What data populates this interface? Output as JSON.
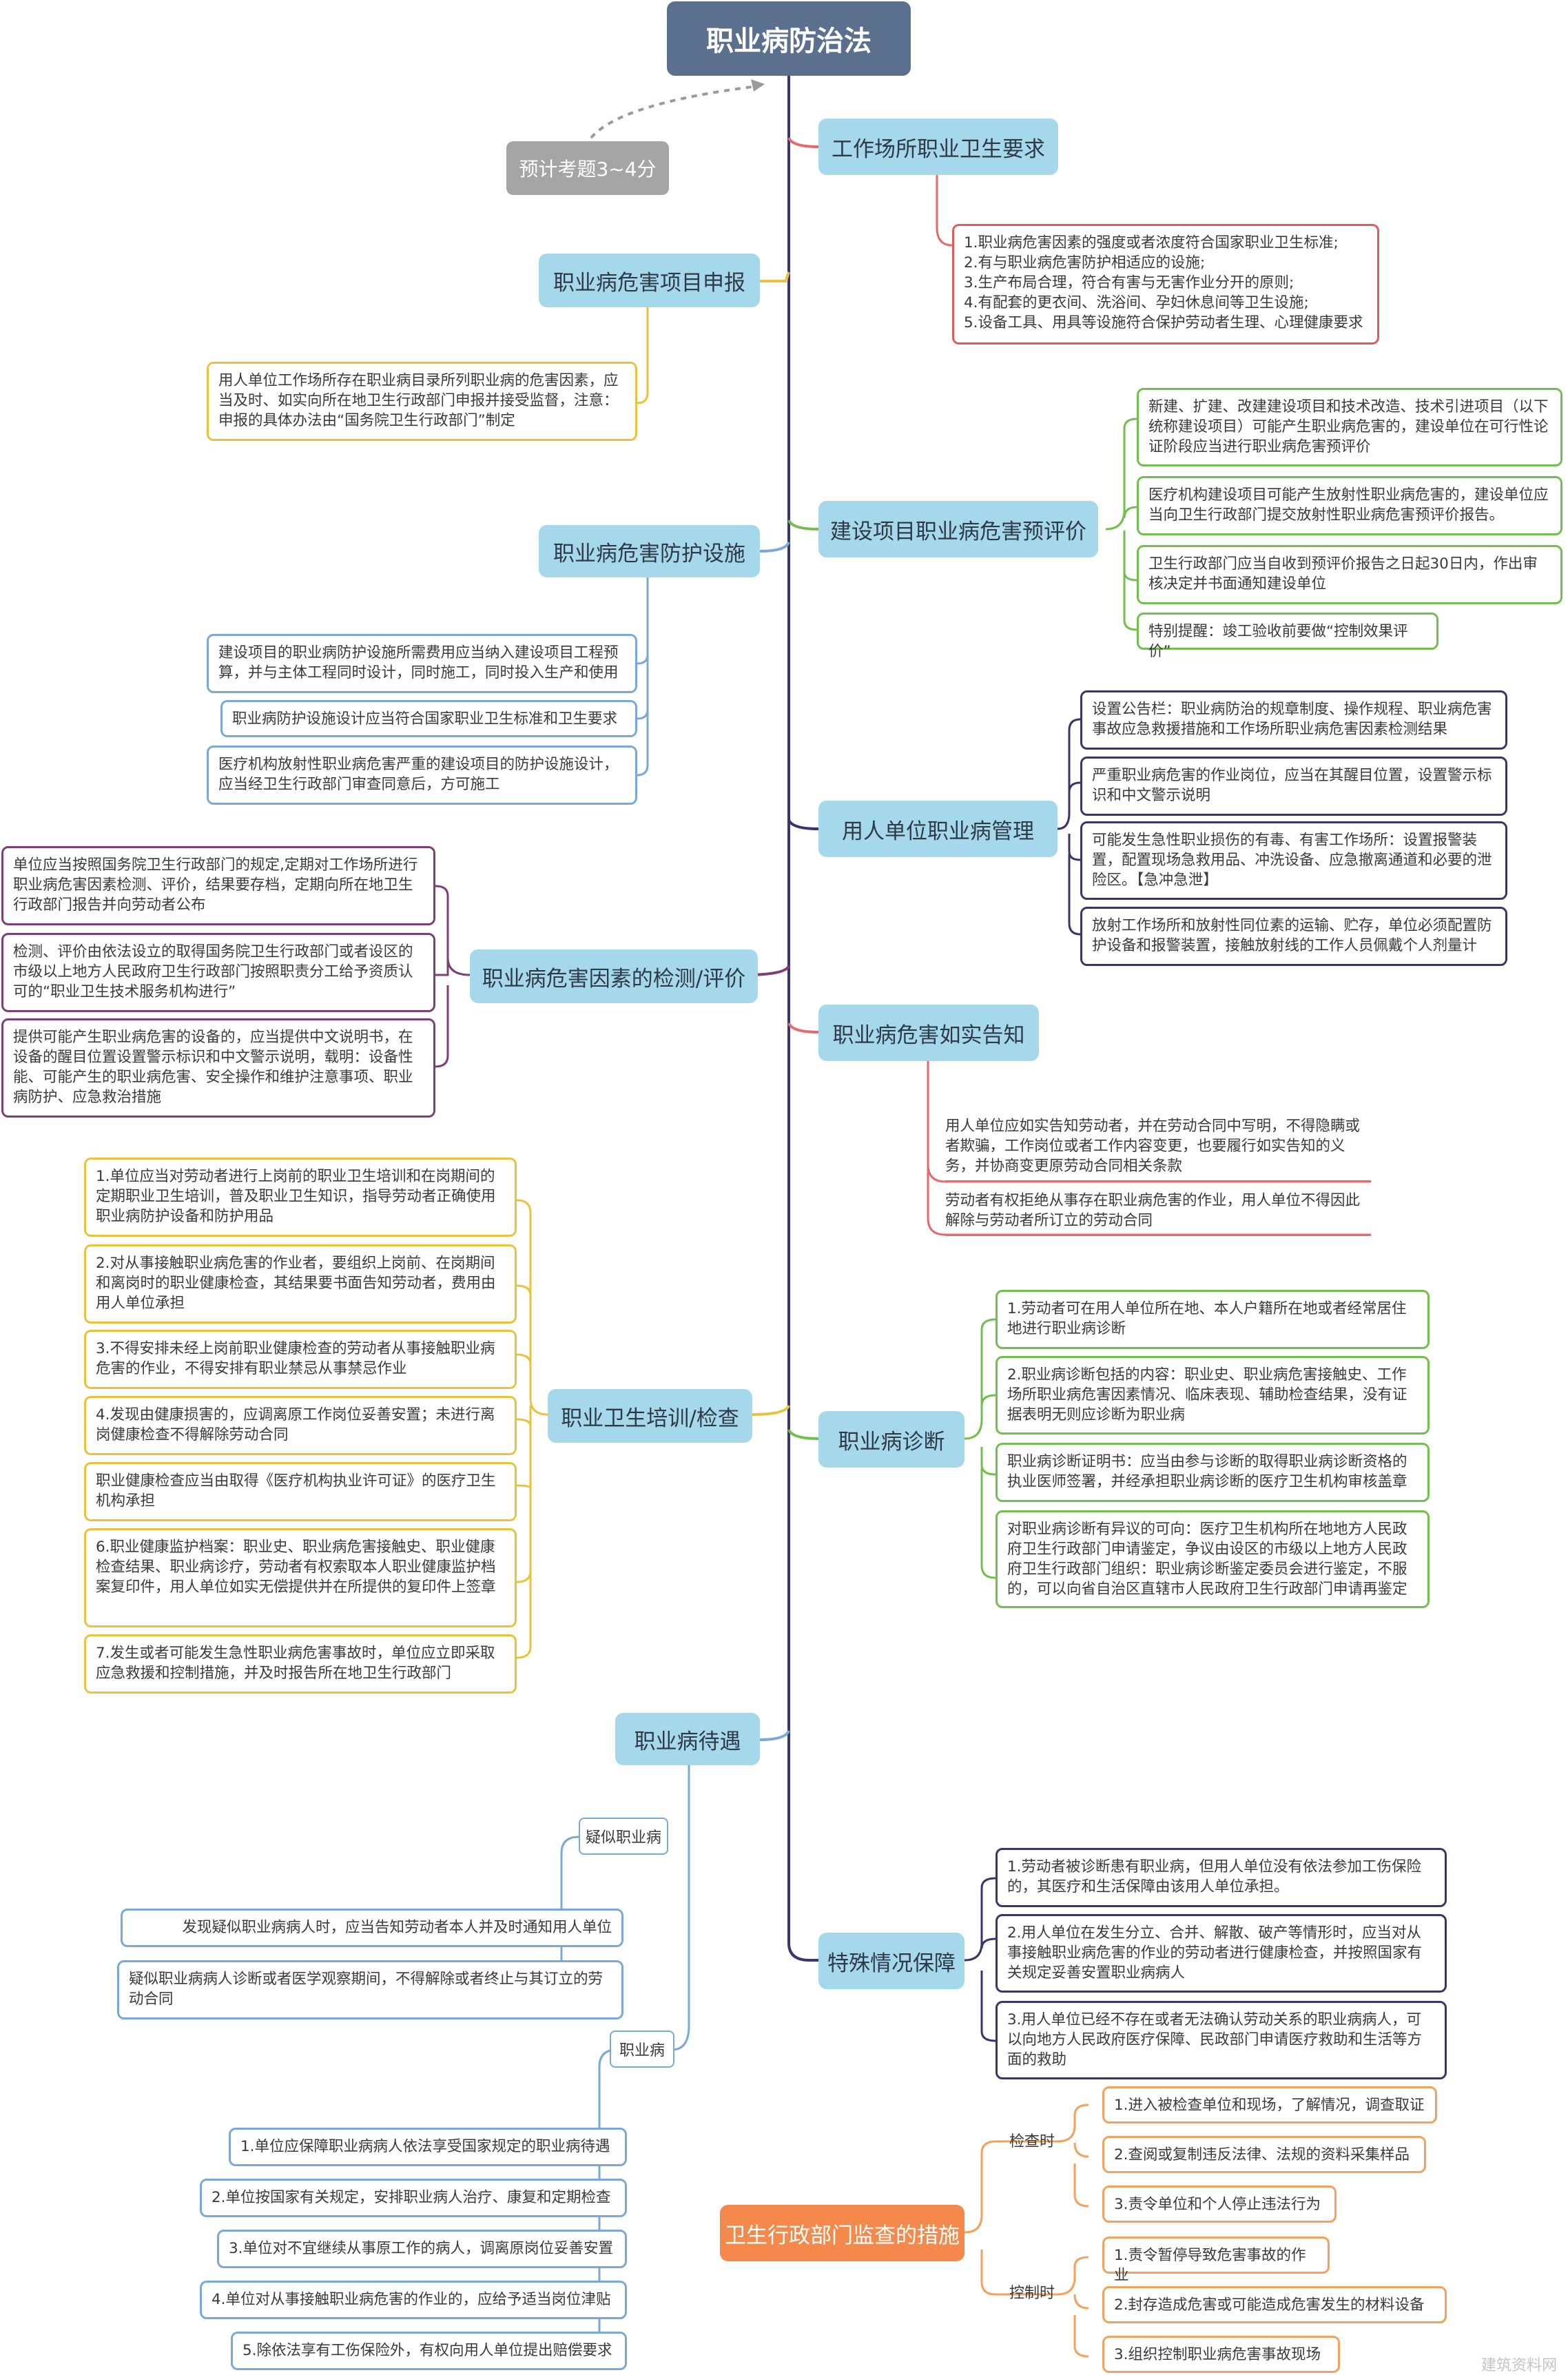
{
  "title": "职业病防治法",
  "tip": "预计考题3~4分",
  "topics": {
    "workplace": {
      "label": "工作场所职业卫生要求",
      "items": [
        "1.职业病危害因素的强度或者浓度符合国家职业卫生标准;\n2.有与职业病危害防护相适应的设施;\n3.生产布局合理，符合有害与无害作业分开的原则;\n4.有配套的更衣间、洗浴间、孕妇休息间等卫生设施;\n5.设备工具、用具等设施符合保护劳动者生理、心理健康要求"
      ]
    },
    "declare": {
      "label": "职业病危害项目申报",
      "items": [
        "用人单位工作场所存在职业病目录所列职业病的危害因素，应当及时、如实向所在地卫生行政部门申报并接受监督，注意：申报的具体办法由“国务院卫生行政部门”制定"
      ]
    },
    "preeval": {
      "label": "建设项目职业病危害预评价",
      "items": [
        "新建、扩建、改建建设项目和技术改造、技术引进项目（以下统称建设项目）可能产生职业病危害的，建设单位在可行性论证阶段应当进行职业病危害预评价",
        "医疗机构建设项目可能产生放射性职业病危害的，建设单位应当向卫生行政部门提交放射性职业病危害预评价报告。",
        "卫生行政部门应当自收到预评价报告之日起30日内，作出审核决定并书面通知建设单位",
        "特别提醒：竣工验收前要做“控制效果评价”"
      ]
    },
    "protect": {
      "label": "职业病危害防护设施",
      "items": [
        "建设项目的职业病防护设施所需费用应当纳入建设项目工程预算，并与主体工程同时设计，同时施工，同时投入生产和使用",
        "职业病防护设施设计应当符合国家职业卫生标准和卫生要求",
        "医疗机构放射性职业病危害严重的建设项目的防护设施设计，应当经卫生行政部门审查同意后，方可施工"
      ]
    },
    "manage": {
      "label": "用人单位职业病管理",
      "items": [
        "设置公告栏：职业病防治的规章制度、操作规程、职业病危害事故应急救援措施和工作场所职业病危害因素检测结果",
        "严重职业病危害的作业岗位，应当在其醒目位置，设置警示标识和中文警示说明",
        "可能发生急性职业损伤的有毒、有害工作场所：设置报警装置，配置现场急救用品、冲洗设备、应急撤离通道和必要的泄险区。【急冲急泄】",
        "放射工作场所和放射性同位素的运输、贮存，单位必须配置防护设备和报警装置，接触放射线的工作人员佩戴个人剂量计"
      ]
    },
    "detect": {
      "label": "职业病危害因素的检测/评价",
      "items": [
        "单位应当按照国务院卫生行政部门的规定,定期对工作场所进行职业病危害因素检测、评价，结果要存档，定期向所在地卫生行政部门报告并向劳动者公布",
        "检测、评价由依法设立的取得国务院卫生行政部门或者设区的市级以上地方人民政府卫生行政部门按照职责分工给予资质认可的“职业卫生技术服务机构进行”",
        "提供可能产生职业病危害的设备的，应当提供中文说明书，在设备的醒目位置设置警示标识和中文警示说明，载明：设备性能、可能产生的职业病危害、安全操作和维护注意事项、职业病防护、应急救治措施"
      ]
    },
    "inform": {
      "label": "职业病危害如实告知",
      "items": [
        "用人单位应如实告知劳动者，并在劳动合同中写明，不得隐瞒或者欺骗，工作岗位或者工作内容变更，也要履行如实告知的义务，并协商变更原劳动合同相关条款",
        "劳动者有权拒绝从事存在职业病危害的作业，用人单位不得因此解除与劳动者所订立的劳动合同"
      ]
    },
    "training": {
      "label": "职业卫生培训/检查",
      "items": [
        "1.单位应当对劳动者进行上岗前的职业卫生培训和在岗期间的定期职业卫生培训，普及职业卫生知识，指导劳动者正确使用职业病防护设备和防护用品",
        "2.对从事接触职业病危害的作业者，要组织上岗前、在岗期间和离岗时的职业健康检查，其结果要书面告知劳动者，费用由用人单位承担",
        "3.不得安排未经上岗前职业健康检查的劳动者从事接触职业病危害的作业，不得安排有职业禁忌从事禁忌作业",
        "4.发现由健康损害的，应调离原工作岗位妥善安置；未进行离岗健康检查不得解除劳动合同",
        "职业健康检查应当由取得《医疗机构执业许可证》的医疗卫生机构承担",
        "6.职业健康监护档案：职业史、职业病危害接触史、职业健康检查结果、职业病诊疗，劳动者有权索取本人职业健康监护档案复印件，用人单位如实无偿提供并在所提供的复印件上签章",
        "7.发生或者可能发生急性职业病危害事故时，单位应立即采取应急救援和控制措施，并及时报告所在地卫生行政部门"
      ]
    },
    "diagnose": {
      "label": "职业病诊断",
      "items": [
        "1.劳动者可在用人单位所在地、本人户籍所在地或者经常居住地进行职业病诊断",
        "2.职业病诊断包括的内容：职业史、职业病危害接触史、工作场所职业病危害因素情况、临床表现、辅助检查结果，没有证据表明无则应诊断为职业病",
        "职业病诊断证明书：应当由参与诊断的取得职业病诊断资格的执业医师签署，并经承担职业病诊断的医疗卫生机构审核盖章",
        "对职业病诊断有异议的可向：医疗卫生机构所在地地方人民政府卫生行政部门申请鉴定，争议由设区的市级以上地方人民政府卫生行政部门组织：职业病诊断鉴定委员会进行鉴定，不服的，可以向省自治区直辖市人民政府卫生行政部门申请再鉴定"
      ]
    },
    "treatment": {
      "label": "职业病待遇",
      "suspect": {
        "label": "疑似职业病",
        "items": [
          "发现疑似职业病病人时，应当告知劳动者本人并及时通知用人单位",
          "疑似职业病病人诊断或者医学观察期间，不得解除或者终止与其订立的劳动合同"
        ]
      },
      "disease": {
        "label": "职业病",
        "items": [
          "1.单位应保障职业病病人依法享受国家规定的职业病待遇",
          "2.单位按国家有关规定，安排职业病人治疗、康复和定期检查",
          "3.单位对不宜继续从事原工作的病人，调离原岗位妥善安置",
          "4.单位对从事接触职业病危害的作业的，应给予适当岗位津贴",
          "5.除依法享有工伤保险外，有权向用人单位提出赔偿要求"
        ]
      }
    },
    "special": {
      "label": "特殊情况保障",
      "items": [
        "1.劳动者被诊断患有职业病，但用人单位没有依法参加工伤保险的，其医疗和生活保障由该用人单位承担。",
        "2.用人单位在发生分立、合并、解散、破产等情形时，应当对从事接触职业病危害的作业的劳动者进行健康检查，并按照国家有关规定妥善安置职业病病人",
        "3.用人单位已经不存在或者无法确认劳动关系的职业病病人，可以向地方人民政府医疗保障、民政部门申请医疗救助和生活等方面的救助"
      ]
    },
    "supervise": {
      "label": "卫生行政部门监查的措施",
      "check": {
        "label": "检查时",
        "items": [
          "1.进入被检查单位和现场，了解情况，调查取证",
          "2.查阅或复制违反法律、法规的资料采集样品",
          "3.责令单位和个人停止违法行为"
        ]
      },
      "control": {
        "label": "控制时",
        "items": [
          "1.责令暂停导致危害事故的作业",
          "2.封存造成危害或可能造成危害发生的材料设备",
          "3.组织控制职业病危害事故现场"
        ]
      }
    }
  },
  "watermark": "建筑资料网"
}
